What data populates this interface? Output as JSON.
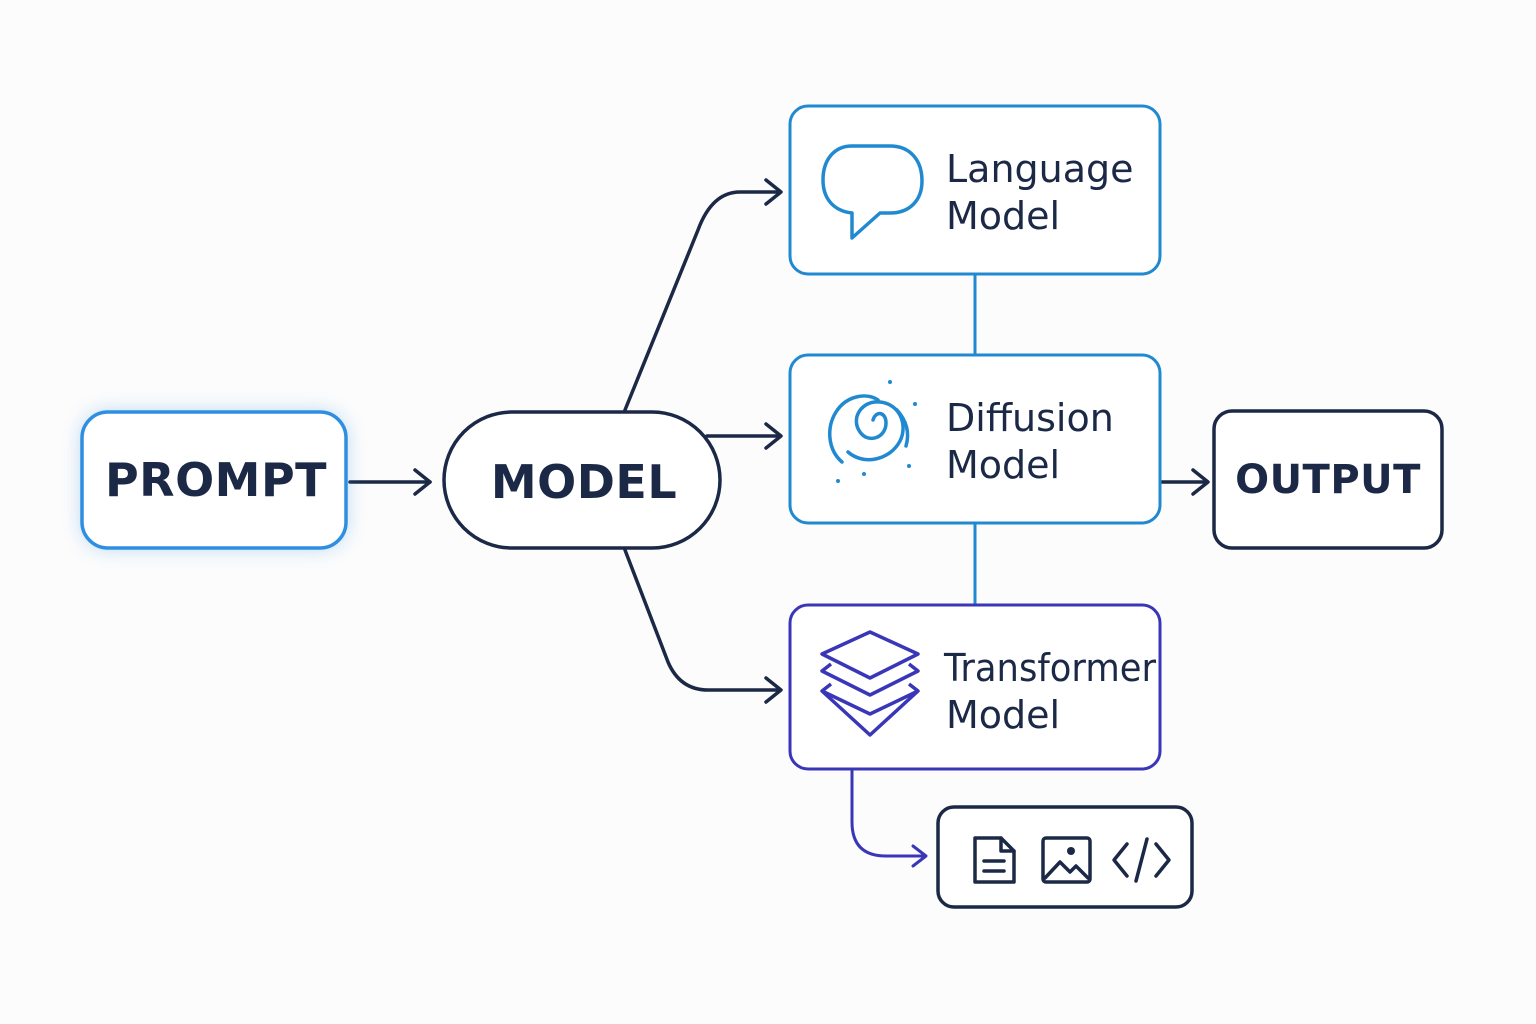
{
  "nodes": {
    "prompt": {
      "label": "PROMPT"
    },
    "model": {
      "label": "MODEL"
    },
    "language_model": {
      "line1": "Language",
      "line2": "Model"
    },
    "diffusion_model": {
      "line1": "Diffusion",
      "line2": "Model"
    },
    "transformer_model": {
      "line1": "Transformer",
      "line2": "Model"
    },
    "output": {
      "label": "OUTPUT"
    },
    "formats": {
      "icons": [
        "document-icon",
        "image-icon",
        "code-icon"
      ]
    }
  },
  "colors": {
    "navy": "#1b2947",
    "blue": "#2089d0",
    "indigo": "#3a36b8",
    "background": "#fcfcfc"
  }
}
